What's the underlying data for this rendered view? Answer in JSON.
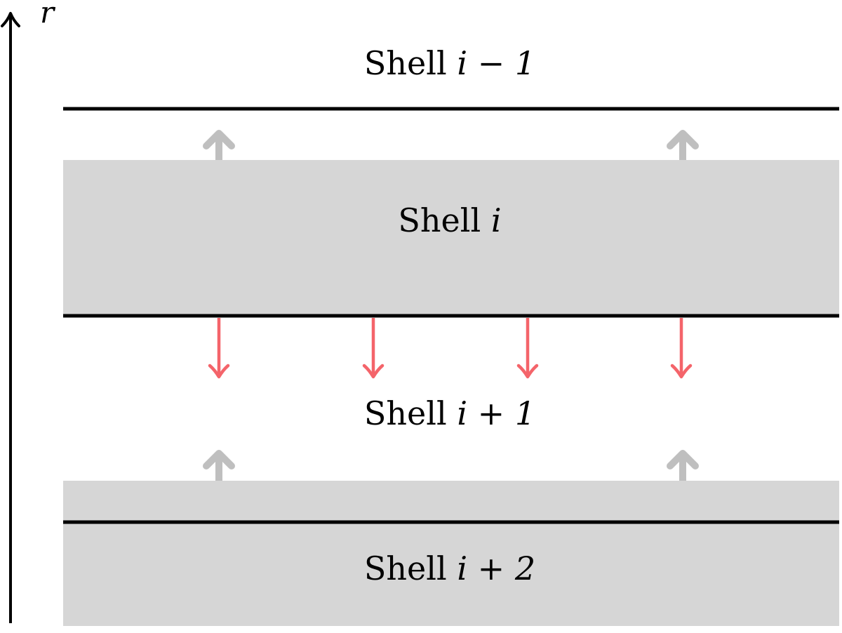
{
  "axis": {
    "label": "r",
    "color": "#000000"
  },
  "colors": {
    "shaded_shell": "#d6d6d6",
    "boundary": "#000000",
    "upward_arrow": "#bfbfbf",
    "downward_arrow": "#f4646a"
  },
  "shells": [
    {
      "text": "Shell ",
      "math": "i − 1",
      "shaded": false
    },
    {
      "text": "Shell ",
      "math": "i",
      "shaded": true
    },
    {
      "text": "Shell ",
      "math": "i + 1",
      "shaded": false
    },
    {
      "text": "Shell ",
      "math": "i + 2",
      "shaded": true
    }
  ],
  "arrows": {
    "upward_gray_count_per_row": 2,
    "upward_gray_rows": 2,
    "downward_red_count": 4,
    "upward_icon": "up-arrow-icon",
    "downward_icon": "down-arrow-icon"
  }
}
